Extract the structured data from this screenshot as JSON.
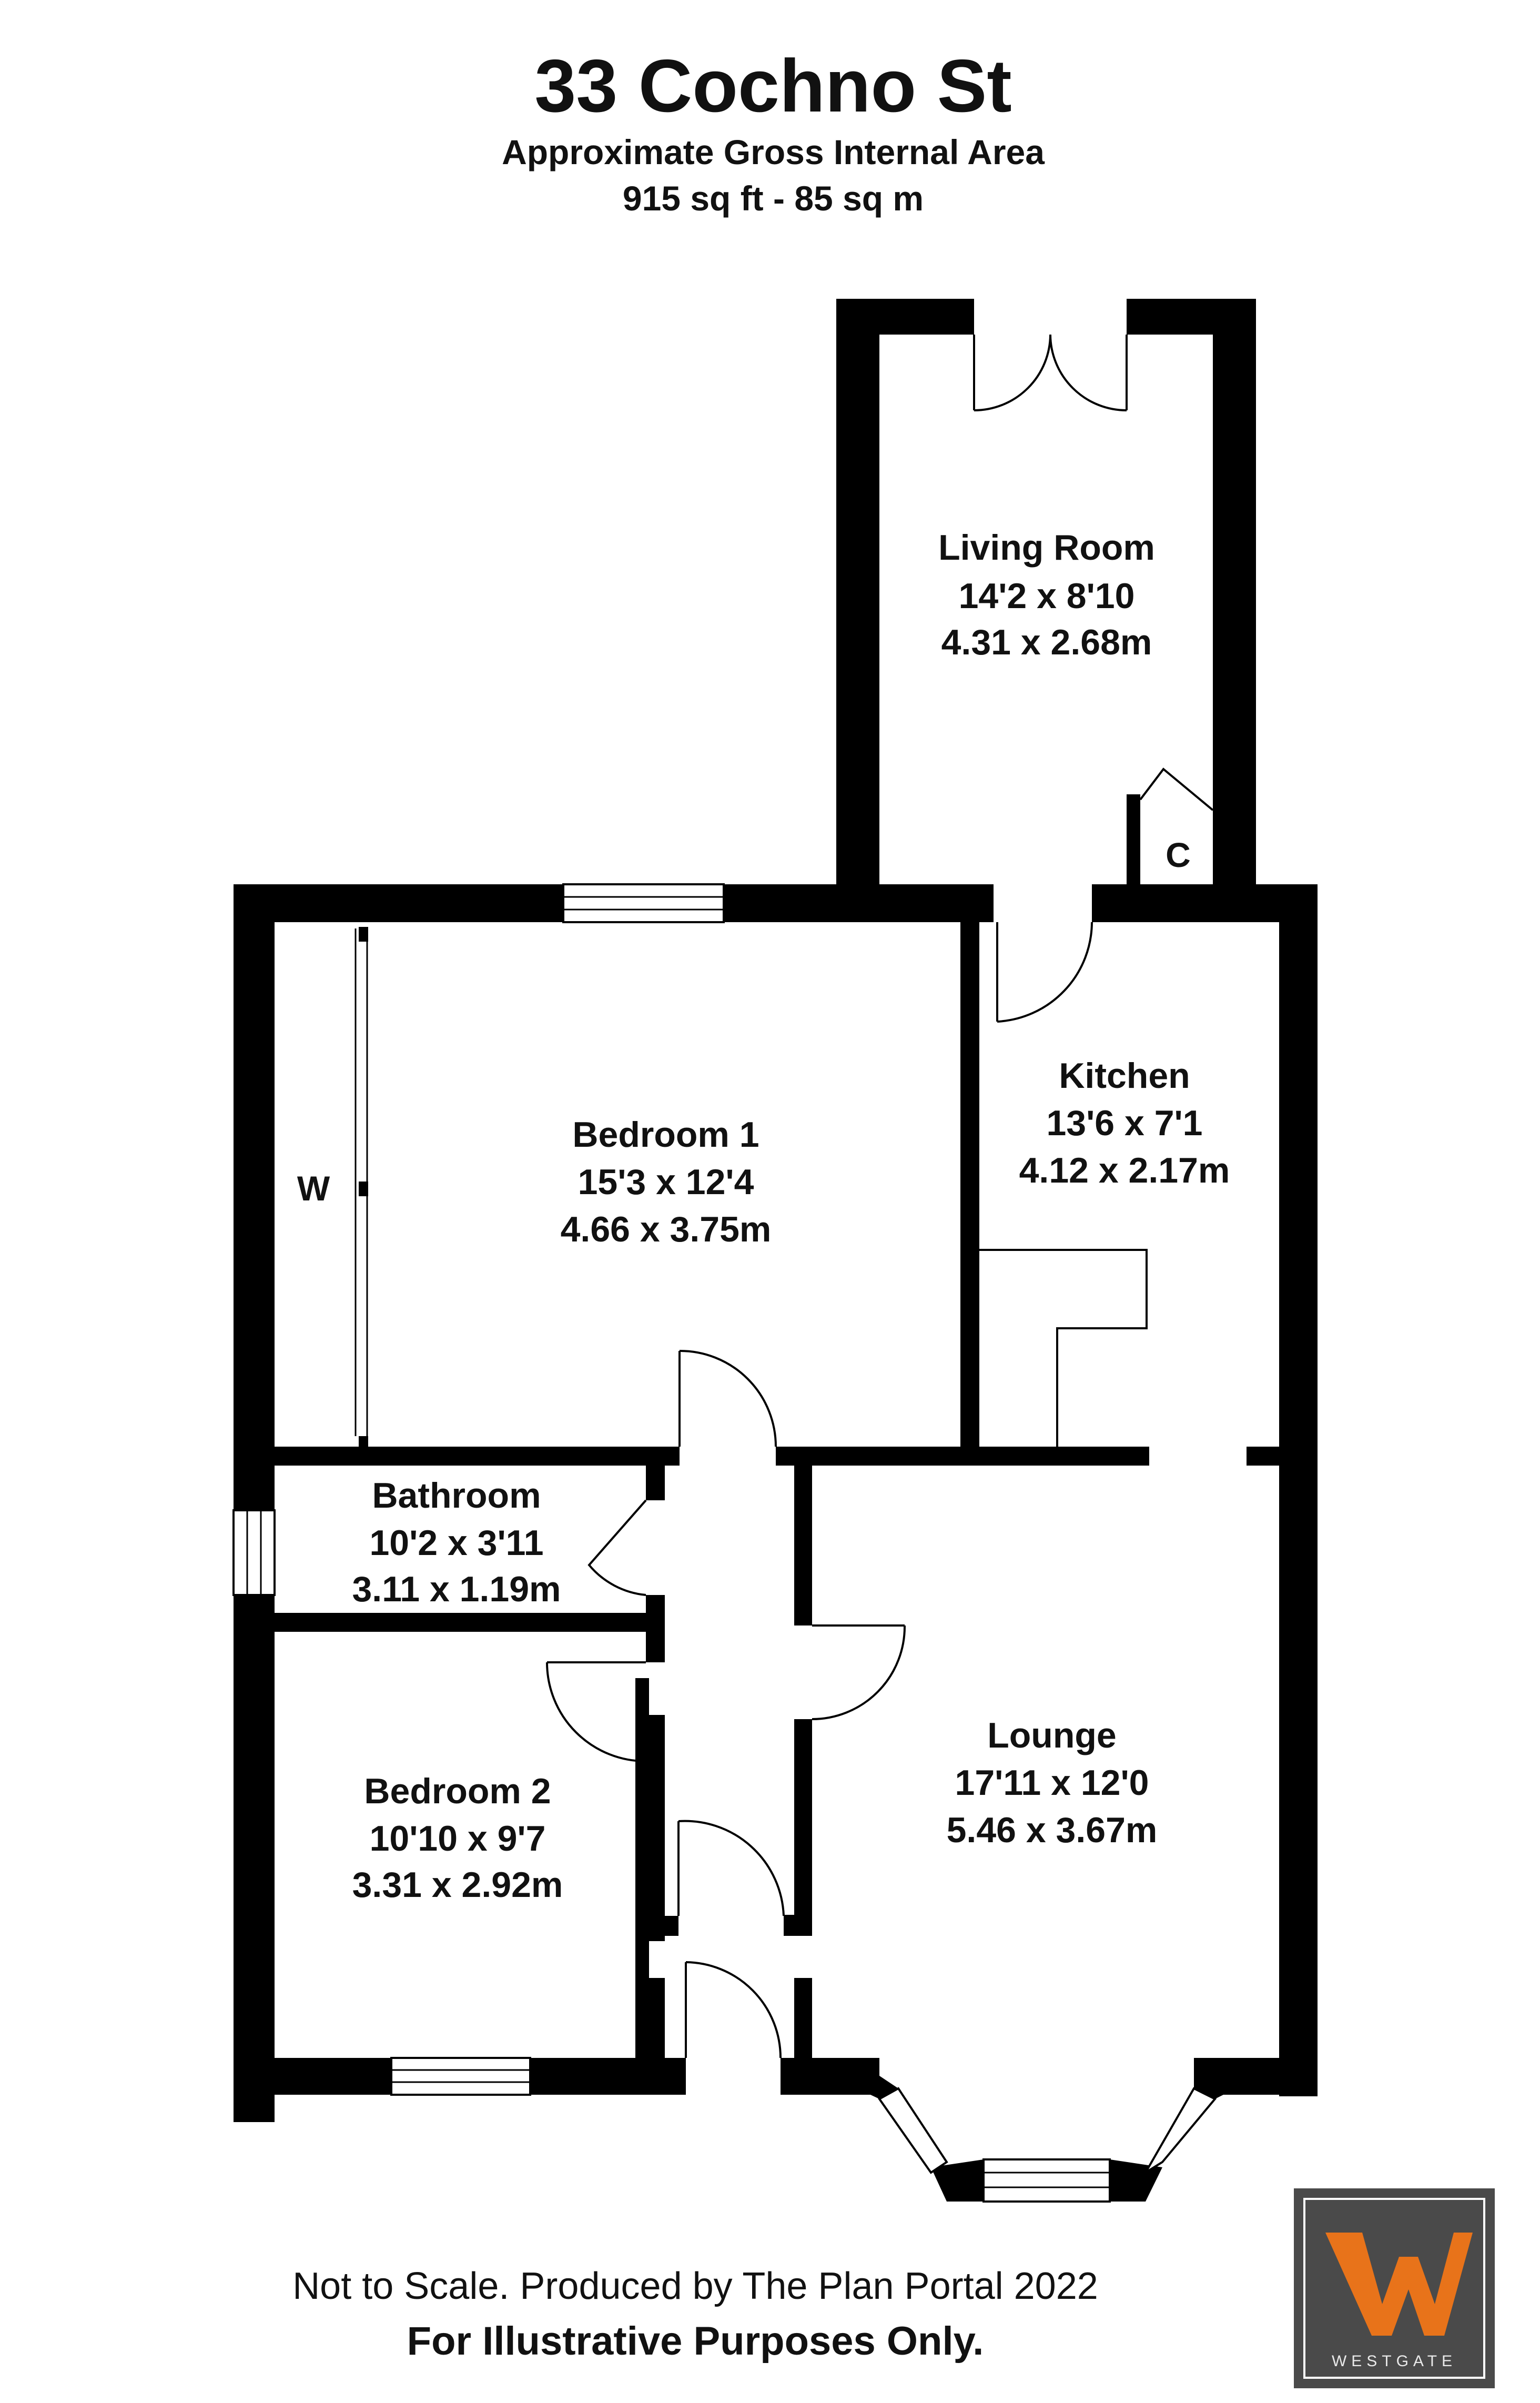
{
  "header": {
    "title": "33 Cochno St",
    "subtitle": "Approximate Gross Internal Area",
    "area": "915 sq ft - 85 sq m"
  },
  "rooms": {
    "living_room": {
      "name": "Living Room",
      "imperial": "14'2 x 8'10",
      "metric": "4.31 x 2.68m"
    },
    "kitchen": {
      "name": "Kitchen",
      "imperial": "13'6 x 7'1",
      "metric": "4.12 x 2.17m"
    },
    "bedroom1": {
      "name": "Bedroom 1",
      "imperial": "15'3 x 12'4",
      "metric": "4.66 x 3.75m"
    },
    "bathroom": {
      "name": "Bathroom",
      "imperial": "10'2 x 3'11",
      "metric": "3.11 x 1.19m"
    },
    "bedroom2": {
      "name": "Bedroom 2",
      "imperial": "10'10 x 9'7",
      "metric": "3.31 x 2.92m"
    },
    "lounge": {
      "name": "Lounge",
      "imperial": "17'11 x 12'0",
      "metric": "5.46 x 3.67m"
    }
  },
  "labels": {
    "cupboard": "C",
    "wardrobe": "W"
  },
  "footer": {
    "line1": "Not to Scale. Produced by The Plan Portal 2022",
    "line2": "For Illustrative Purposes Only."
  },
  "logo": {
    "letter": "W",
    "name": "WESTGATE"
  },
  "colors": {
    "wall": "#000000",
    "logo_bg": "#4a4a4a",
    "logo_accent": "#e8731a"
  }
}
